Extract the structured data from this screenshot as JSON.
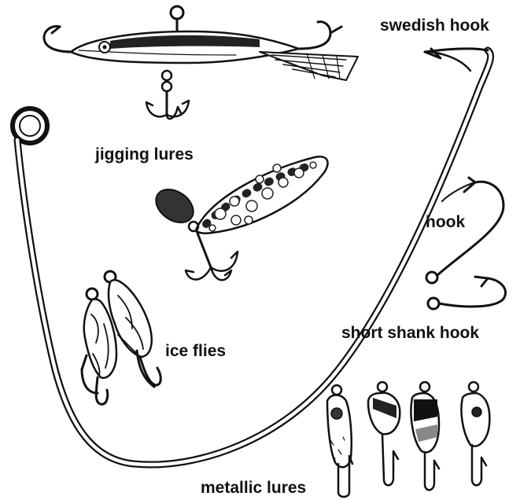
{
  "labels": {
    "swedish_hook": "swedish hook",
    "jigging_lures": "jigging lures",
    "hook": "hook",
    "short_shank_hook": "short shank hook",
    "ice_flies": "ice flies",
    "metallic_lures": "metallic lures"
  },
  "colors": {
    "ink": "#111111",
    "paper": "#ffffff"
  },
  "icons": [
    "swedish-hook-icon",
    "jigging-lure-fish-icon",
    "spoon-lure-icon",
    "hook-icon",
    "short-shank-hook-icon",
    "ice-fly-icon",
    "metallic-lure-icon"
  ]
}
